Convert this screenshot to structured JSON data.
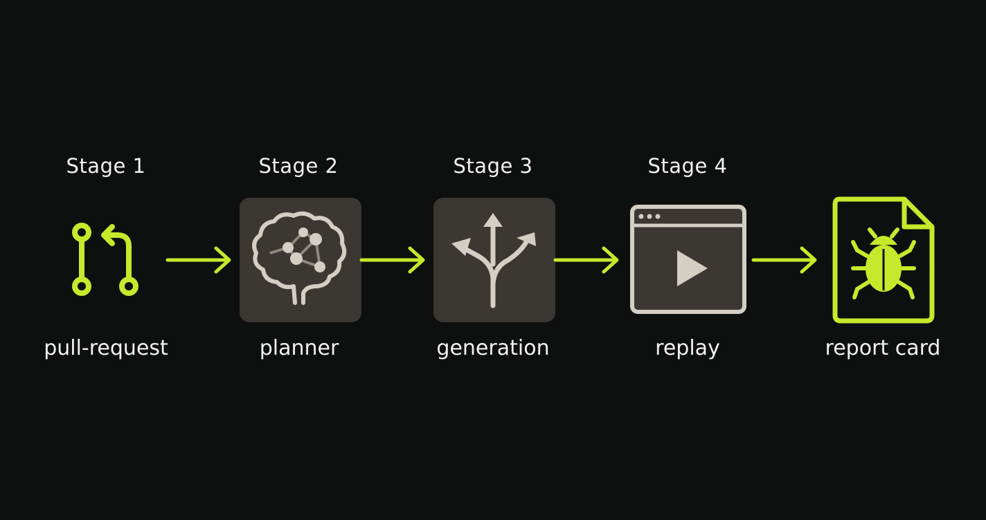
{
  "colors": {
    "background": "#0e0f0f",
    "accent": "#c8e82c",
    "tile": "#3b3834",
    "tile_icon": "#d4cfc5",
    "text": "#f2f2f0"
  },
  "stages": [
    {
      "stage_label": "Stage 1",
      "name": "pull-request",
      "icon": "git-pull-request-icon"
    },
    {
      "stage_label": "Stage 2",
      "name": "planner",
      "icon": "brain-network-icon"
    },
    {
      "stage_label": "Stage 3",
      "name": "generation",
      "icon": "branching-arrows-icon"
    },
    {
      "stage_label": "Stage 4",
      "name": "replay",
      "icon": "browser-play-icon"
    },
    {
      "stage_label": "",
      "name": "report card",
      "icon": "bug-report-document-icon"
    }
  ]
}
